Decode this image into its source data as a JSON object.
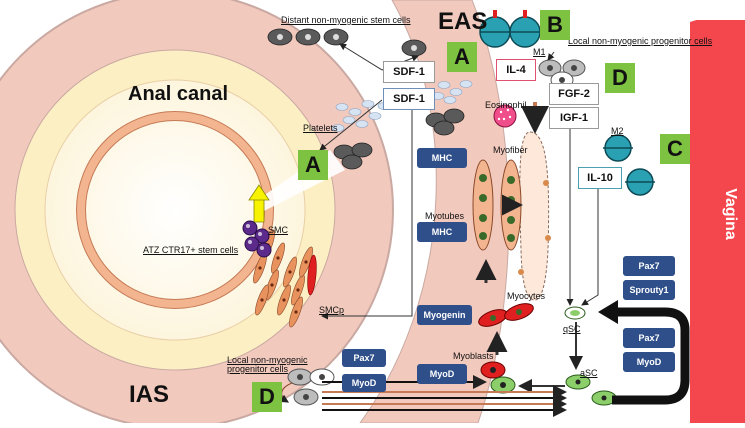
{
  "labels": {
    "eas": "EAS",
    "anal_canal": "Anal canal",
    "ias": "IAS",
    "vagina": "Vagina",
    "distant_stem": "Distant non-myogenic stem cells",
    "local_progenitor_top": "Local non-myogenic progenitor cells",
    "local_progenitor_bottom_line1": "Local non-myogenic",
    "local_progenitor_bottom_line2": "progenitor cells",
    "platelets": "Platelets",
    "eosinophil": "Eosinophil",
    "m1": "M1",
    "m2": "M2",
    "myofiber": "Myofiber",
    "myotubes": "Myotubes",
    "myocytes": "Myocytes",
    "myoblasts": "Myoblasts",
    "smc": "SMC",
    "smcp": "SMCp",
    "atz": "ATZ CTR17+ stem cells",
    "qsc": "qSC",
    "asc": "aSC"
  },
  "factors": {
    "sdf1_a": "SDF-1",
    "sdf1_b": "SDF-1",
    "il4": "IL-4",
    "fgf2": "FGF-2",
    "igf1": "IGF-1",
    "il10": "IL-10"
  },
  "markers": {
    "mhc_1": "MHC",
    "mhc_2": "MHC",
    "myogenin": "Myogenin",
    "myod_center": "MyoD",
    "pax7_left": "Pax7",
    "myod_left": "MyoD",
    "pax7_right_top": "Pax7",
    "sprouty1": "Sprouty1",
    "pax7_right_mid": "Pax7",
    "myod_right": "MyoD"
  },
  "badges": {
    "a_center": "A",
    "a_left": "A",
    "b": "B",
    "c": "C",
    "d_top": "D",
    "d_bottom": "D"
  },
  "colors": {
    "sphincter_outer": "#f2c9bd",
    "sphincter_border": "#c9a9a2",
    "canal_cream": "#fdefc4",
    "smooth_muscle_ring": "#f3b58f",
    "vagina_red": "#f4464d",
    "marker_blue": "#2f4f8a",
    "badge_green": "#7ec242",
    "macrophage_teal": "#2aa1b3",
    "myoblast_red": "#e02020",
    "satellite_green": "#8ccf6a",
    "stem_purple": "#5b2a8a",
    "arrow_yellow": "#f7f200"
  }
}
